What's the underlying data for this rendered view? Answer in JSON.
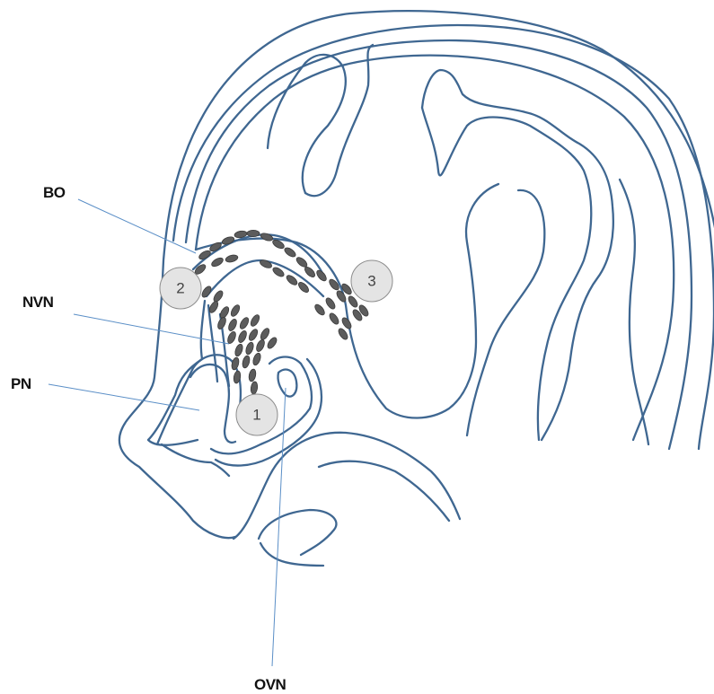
{
  "diagram": {
    "labels": {
      "bo": "BO",
      "nvn": "NVN",
      "pn": "PN",
      "ovn": "OVN"
    },
    "markers": [
      "1",
      "2",
      "3"
    ],
    "colors": {
      "outline": "#3f6791",
      "leader": "#5b8fc7",
      "cells": "#5c5c5c",
      "marker_fill": "#e4e4e4"
    }
  }
}
